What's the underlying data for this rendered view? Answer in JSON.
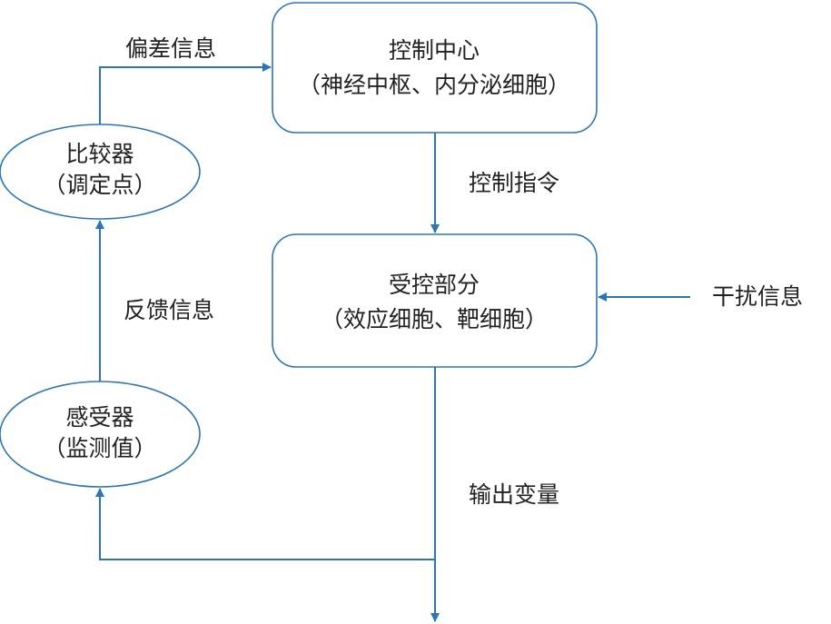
{
  "colors": {
    "node_border": "#2E75B6",
    "arrow": "#2E75B6",
    "text": "#222222",
    "background": "#ffffff"
  },
  "nodes": {
    "control_center": {
      "line1": "控制中心",
      "line2": "（神经中枢、内分泌细胞）"
    },
    "controlled_part": {
      "line1": "受控部分",
      "line2": "（效应细胞、靶细胞）"
    },
    "comparator": {
      "line1": "比较器",
      "line2": "（调定点）"
    },
    "sensor": {
      "line1": "感受器",
      "line2": "（监测值）"
    }
  },
  "edges": {
    "deviation_info": "偏差信息",
    "control_command": "控制指令",
    "disturbance_info": "干扰信息",
    "feedback_info": "反馈信息",
    "output_variable": "输出变量"
  }
}
